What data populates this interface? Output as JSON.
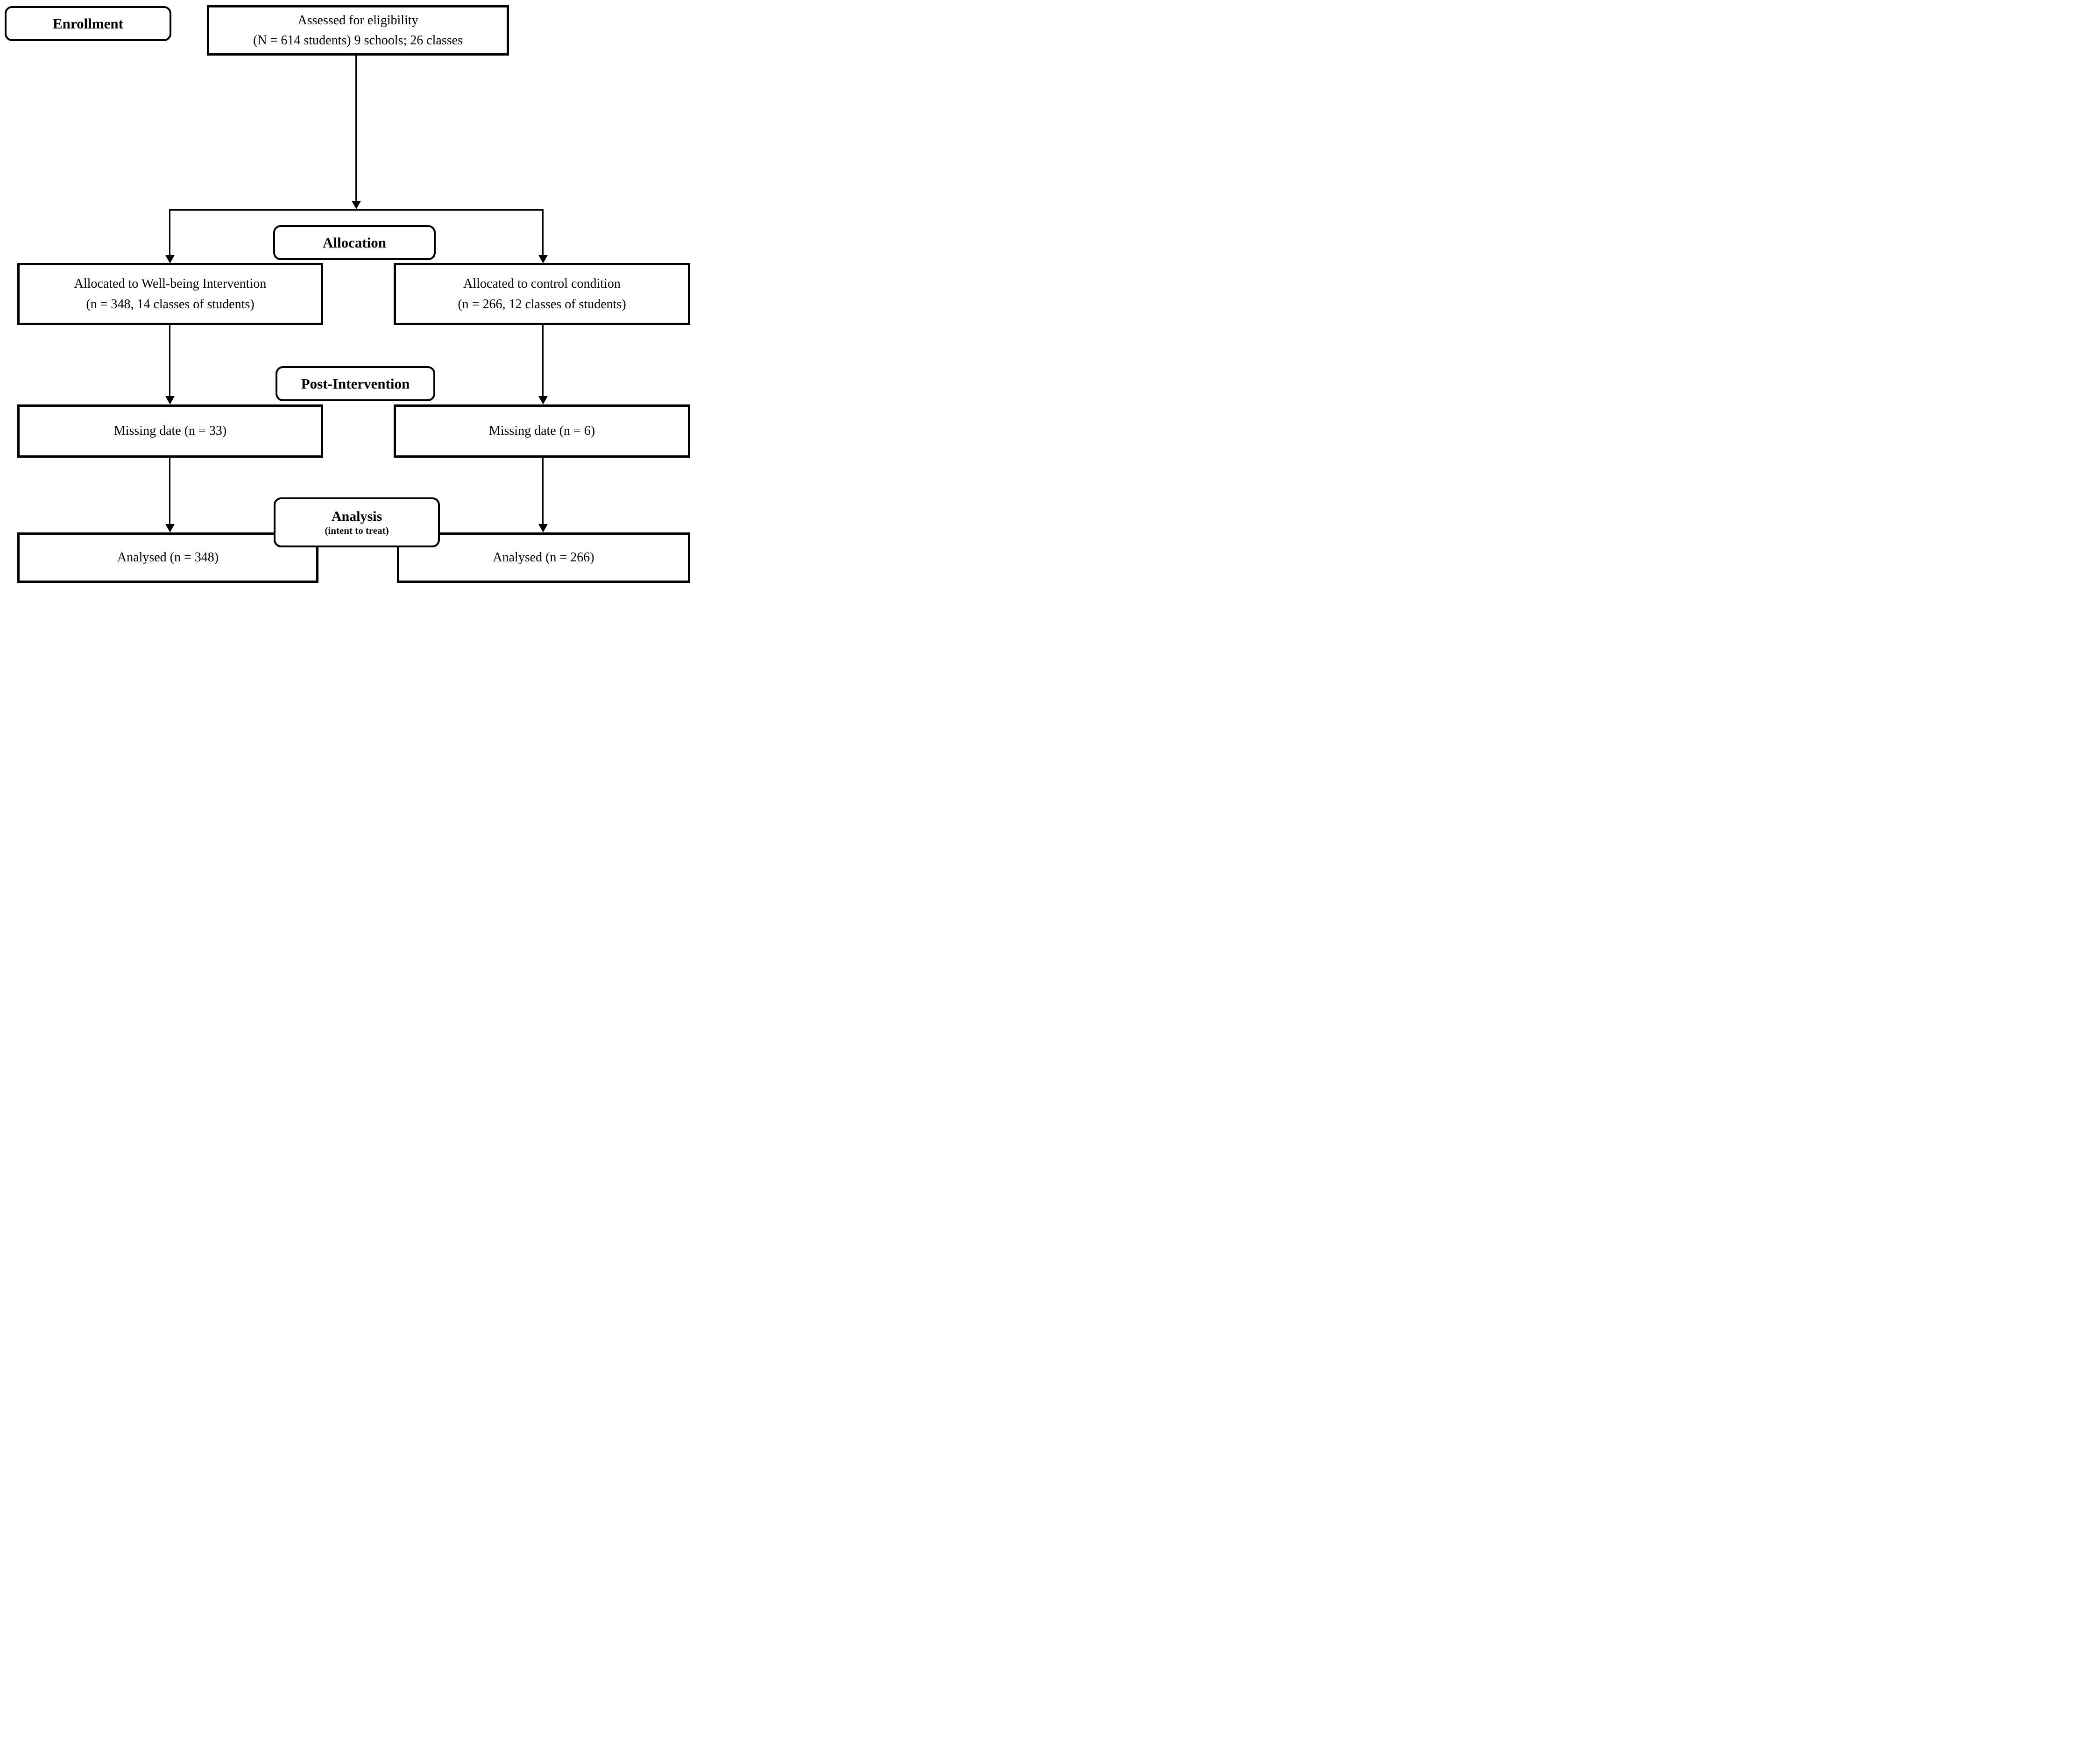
{
  "figure": {
    "type": "consort-flow-diagram",
    "colors": {
      "line": "#000000",
      "background": "#ffffff",
      "box_fill": "#ffffff"
    },
    "stages": {
      "enrollment": "Enrollment",
      "allocation": "Allocation",
      "post_intervention": "Post-Intervention",
      "analysis": "Analysis",
      "analysis_note": "(intent to treat)"
    },
    "nodes": {
      "assessed": {
        "line1": "Assessed for eligibility",
        "line2": "(N = 614 students) 9 schools; 26 classes"
      },
      "allocated_intervention": {
        "line1": "Allocated to Well-being Intervention",
        "line2": "(n = 348, 14 classes of students)"
      },
      "allocated_control": {
        "line1": "Allocated to control condition",
        "line2": "(n = 266, 12 classes of students)"
      },
      "missing_intervention": {
        "line1": "Missing date (n = 33)"
      },
      "missing_control": {
        "line1": "Missing date (n = 6)"
      },
      "analysed_intervention": {
        "line1": "Analysed (n = 348)"
      },
      "analysed_control": {
        "line1": "Analysed (n = 266)"
      }
    }
  }
}
